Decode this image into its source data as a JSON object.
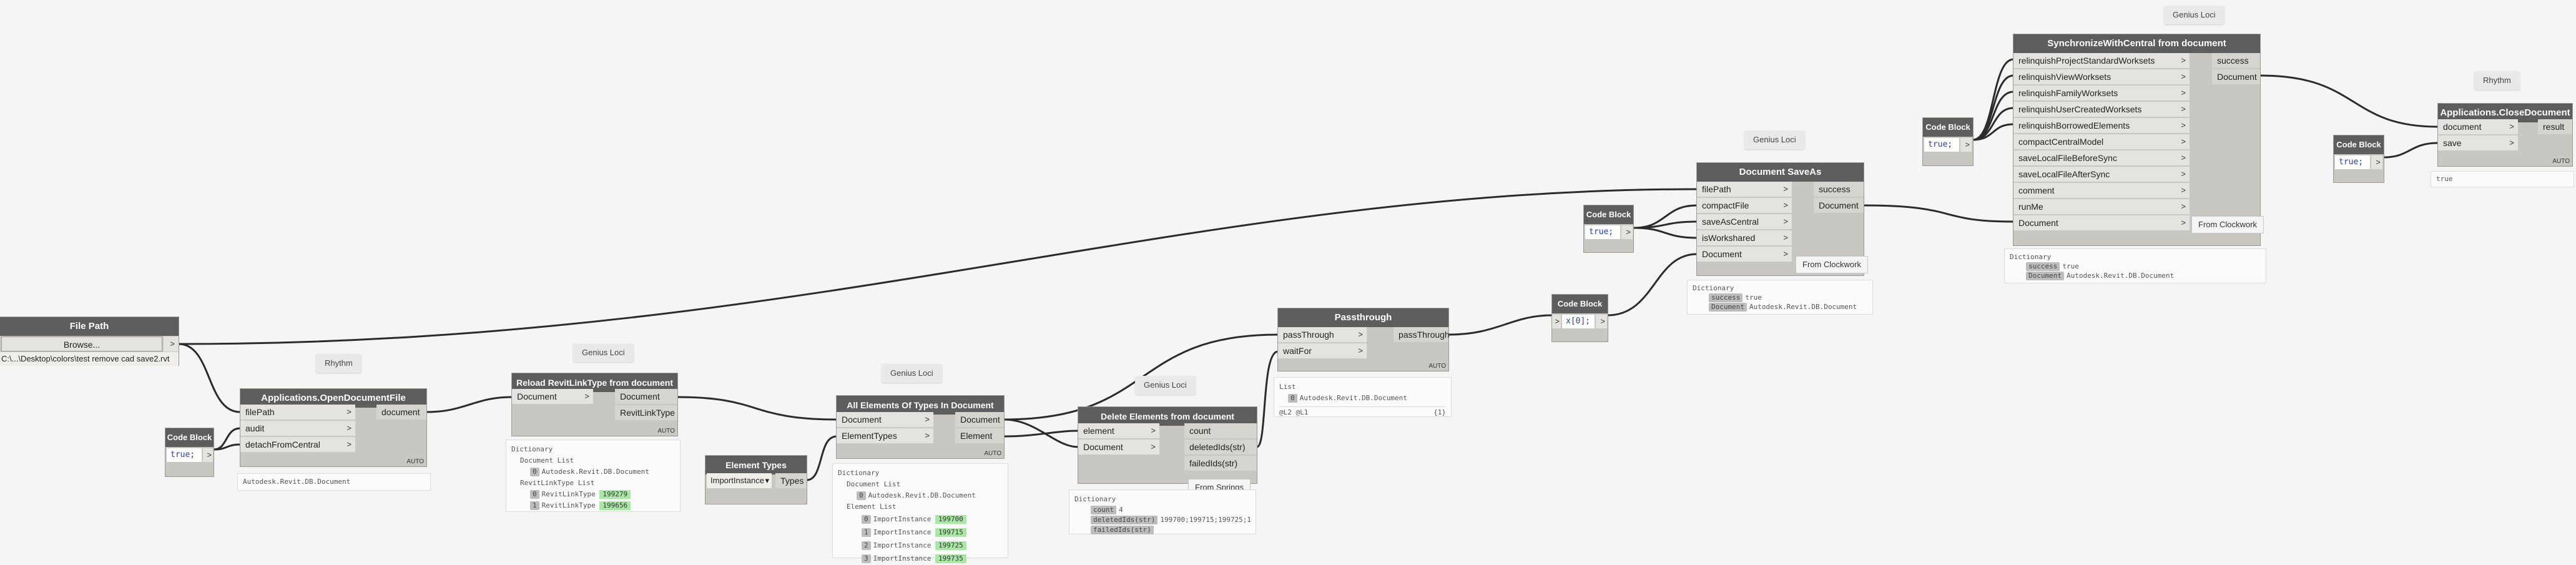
{
  "nodes": {
    "file_path": {
      "title": "File Path",
      "browse_label": "Browse...",
      "value": "C:\\...\\Desktop\\colors\\test remove cad save2.rvt"
    },
    "code_block_1": {
      "title": "Code Block",
      "code": "true;"
    },
    "open_doc": {
      "title": "Applications.OpenDocumentFile",
      "tag": "Rhythm",
      "inputs": [
        "filePath",
        "audit",
        "detachFromCentral"
      ],
      "output": "document",
      "lacing": "AUTO"
    },
    "reload_link": {
      "title": "Reload RevitLinkType from document",
      "tag": "Genius Loci",
      "inputs": [
        "Document"
      ],
      "outputs": [
        "Document",
        "RevitLinkType"
      ],
      "lacing": "AUTO"
    },
    "element_types": {
      "title": "Element Types",
      "value": "ImportInstance",
      "output": "Types"
    },
    "all_elements": {
      "title": "All Elements Of Types In Document",
      "tag": "Genius Loci",
      "inputs": [
        "Document",
        "ElementTypes"
      ],
      "outputs": [
        "Document",
        "Element"
      ],
      "lacing": "AUTO"
    },
    "delete_elements": {
      "title": "Delete Elements from document",
      "tag": "Genius Loci",
      "inputs": [
        "element",
        "Document"
      ],
      "outputs": [
        "count",
        "deletedIds(str)",
        "failedIds(str)"
      ],
      "note": "From Springs"
    },
    "passthrough": {
      "title": "Passthrough",
      "inputs": [
        "passThrough",
        "waitFor"
      ],
      "output": "passThrough",
      "lacing": "AUTO"
    },
    "code_block_2": {
      "title": "Code Block",
      "code": "x[0];"
    },
    "code_block_3": {
      "title": "Code Block",
      "code": "true;"
    },
    "save_as": {
      "title": "Document SaveAs",
      "tag": "Genius Loci",
      "inputs": [
        "filePath",
        "compactFile",
        "saveAsCentral",
        "isWorkshared",
        "Document"
      ],
      "outputs": [
        "success",
        "Document"
      ],
      "note": "From Clockwork"
    },
    "code_block_4": {
      "title": "Code Block",
      "code": "true;"
    },
    "sync": {
      "title": "SynchronizeWithCentral from document",
      "tag": "Genius Loci",
      "inputs": [
        "relinquishProjectStandardWorksets",
        "relinquishViewWorksets",
        "relinquishFamilyWorksets",
        "relinquishUserCreatedWorksets",
        "relinquishBorrowedElements",
        "compactCentralModel",
        "saveLocalFileBeforeSync",
        "saveLocalFileAfterSync",
        "comment",
        "runMe",
        "Document"
      ],
      "outputs": [
        "success",
        "Document"
      ],
      "note": "From Clockwork"
    },
    "code_block_5": {
      "title": "Code Block",
      "code": "true;"
    },
    "close_doc": {
      "title": "Applications.CloseDocument",
      "tag": "Rhythm",
      "inputs": [
        "document",
        "save"
      ],
      "output": "result",
      "lacing": "AUTO"
    }
  },
  "previews": {
    "open_doc": "Autodesk.Revit.DB.Document",
    "reload_link": {
      "lines": [
        "Dictionary",
        "Document List",
        "Autodesk.Revit.DB.Document",
        "RevitLinkType List",
        "RevitLinkType",
        "RevitLinkType"
      ],
      "idx": [
        "0",
        "0",
        "1"
      ],
      "ids": [
        "199279",
        "199656"
      ]
    },
    "all_elements": {
      "lines": [
        "Dictionary",
        "Document List",
        "Autodesk.Revit.DB.Document",
        "Element List",
        "ImportInstance"
      ],
      "idx": [
        "0",
        "0",
        "1",
        "2",
        "3"
      ],
      "ids": [
        "199700",
        "199715",
        "199725",
        "199735"
      ]
    },
    "delete": {
      "lines": [
        "Dictionary",
        "count",
        "4",
        "deletedIds(str)",
        "199700;199715;199725;1",
        "failedIds(str)"
      ]
    },
    "passthrough": {
      "lines": [
        "List",
        "0",
        "Autodesk.Revit.DB.Document"
      ],
      "footer_left": "@L2 @L1",
      "footer_right": "{1}"
    },
    "save_as": {
      "lines": [
        "Dictionary",
        "success",
        "true",
        "Document",
        "Autodesk.Revit.DB.Document"
      ]
    },
    "sync": {
      "lines": [
        "Dictionary",
        "success",
        "true",
        "Document",
        "Autodesk.Revit.DB.Document"
      ]
    },
    "close_doc": "true"
  },
  "colors": {
    "wire": "#2b2b2b",
    "header": "#5d5d5d",
    "node_body": "#c9c7c2",
    "port": "#e4e3df",
    "highlight": "#a9e8a4",
    "canvas": "#f5f5f5"
  }
}
